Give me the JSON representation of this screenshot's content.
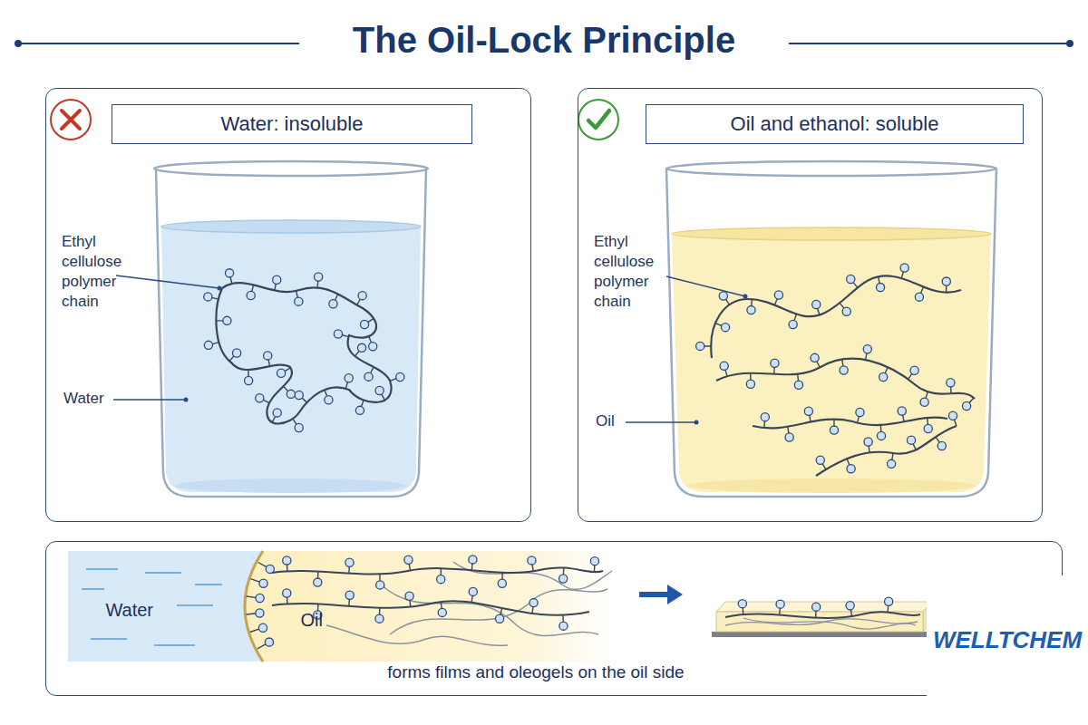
{
  "diagram": {
    "title": "The Oil-Lock Principle",
    "nodes": [
      {
        "text": [
          "Water: insoluble"
        ]
      },
      {
        "text": [
          "Oil and ethanol: soluble"
        ]
      },
      {
        "text": [
          "forms films and oleogels on the oil side"
        ]
      },
      {
        "text": [
          "Water"
        ],
        "in": 2
      },
      {
        "text": [
          "Oil"
        ],
        "in": 2
      }
    ],
    "labels": [
      "Ethyl cellulose polymer chain",
      "Water",
      "Ethyl cellulose polymer chain",
      "Oil",
      "WELLTCHEM"
    ]
  }
}
